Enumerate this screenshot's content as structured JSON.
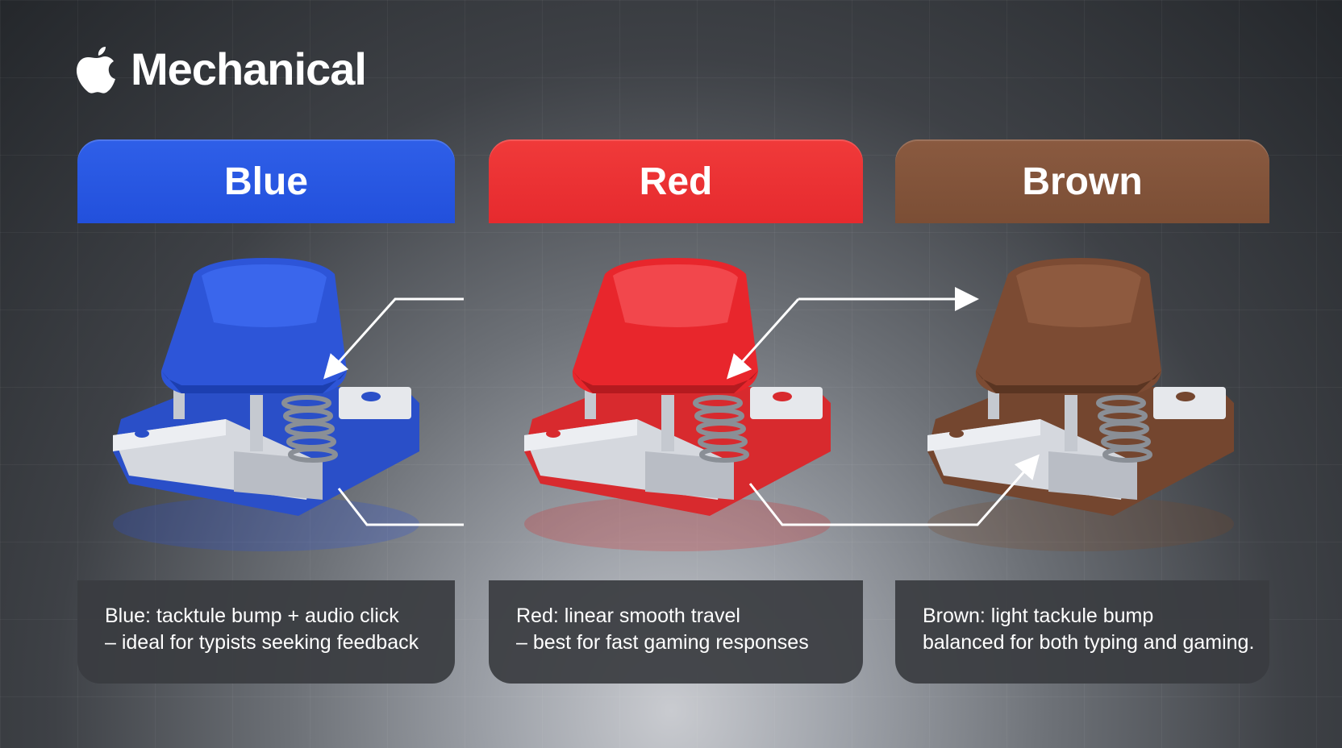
{
  "header": {
    "logo_icon": "apple-logo-icon",
    "title": "Mechanical"
  },
  "switches": [
    {
      "label": "Blue",
      "color": "#2657e4",
      "line1": "Blue: tacktule bump + audio click",
      "line2": "– ideal for typists seeking feedback"
    },
    {
      "label": "Red",
      "color": "#ec3035",
      "line1": "Red: linear smooth travel",
      "line2": "– best for fast gaming responses"
    },
    {
      "label": "Brown",
      "color": "#7e5038",
      "line1": "Brown: light tackule bump",
      "line2": "balanced for both typing and gaming."
    }
  ]
}
